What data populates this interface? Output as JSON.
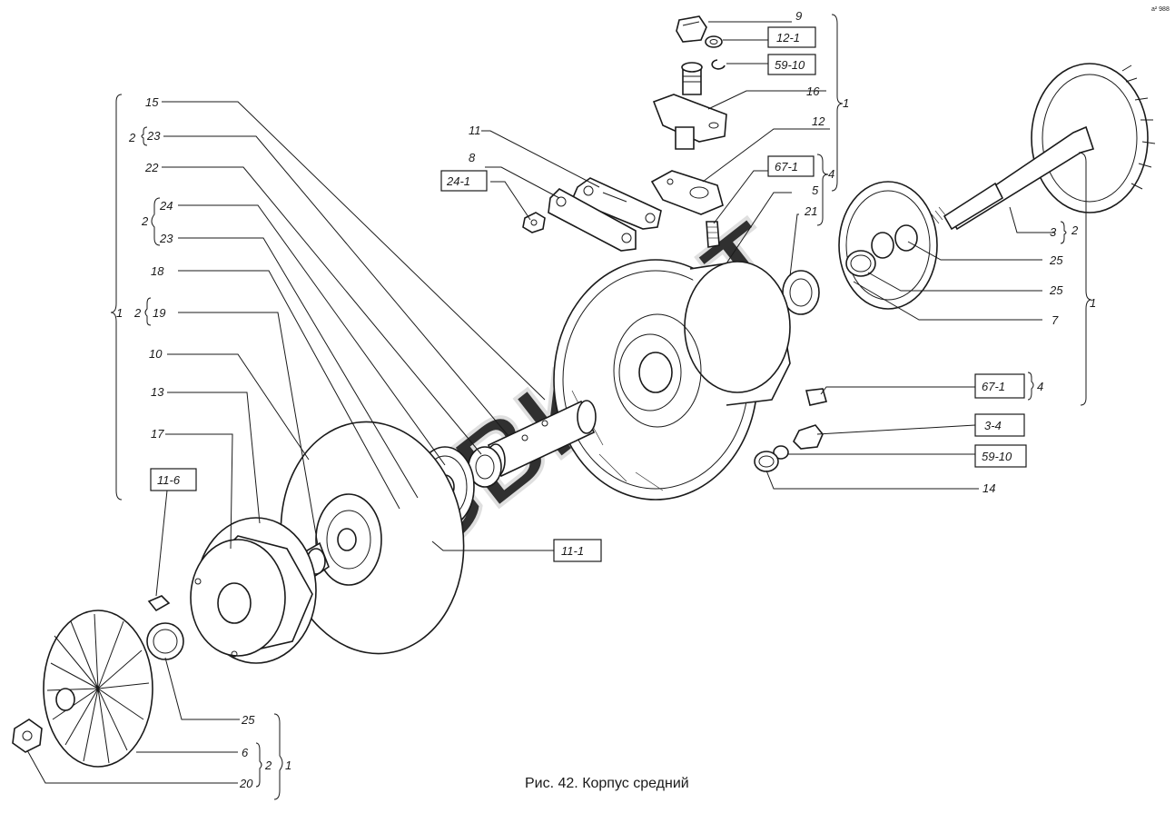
{
  "caption": "Рис. 42. Корпус средний",
  "corner_mark": "а² 988",
  "watermark": "GBKOPT",
  "labels": {
    "l9": "9",
    "l12_1": "12-1",
    "l59_10_top": "59-10",
    "l16": "16",
    "l1_top": "1",
    "l11": "11",
    "l12": "12",
    "l8": "8",
    "l24_1": "24-1",
    "l67_1_top": "67-1",
    "l4_top": "4",
    "l5": "5",
    "l21": "21",
    "l3": "3",
    "l2_right": "2",
    "l25_a": "25",
    "l25_b": "25",
    "l7": "7",
    "l1_right": "1",
    "l67_1_bot": "67-1",
    "l4_bot": "4",
    "l3_4": "3-4",
    "l59_10_bot": "59-10",
    "l14": "14",
    "l15": "15",
    "l2_23": "2",
    "l23_a": "23",
    "l22": "22",
    "l2_24": "2",
    "l24": "24",
    "l23_b": "23",
    "l18": "18",
    "l1_left": "1",
    "l2_19": "2",
    "l19": "19",
    "l10": "10",
    "l13": "13",
    "l17": "17",
    "l11_6": "11-6",
    "l11_1": "11-1",
    "l25_c": "25",
    "l6": "6",
    "l2_bot": "2",
    "l1_bot": "1",
    "l20": "20"
  }
}
